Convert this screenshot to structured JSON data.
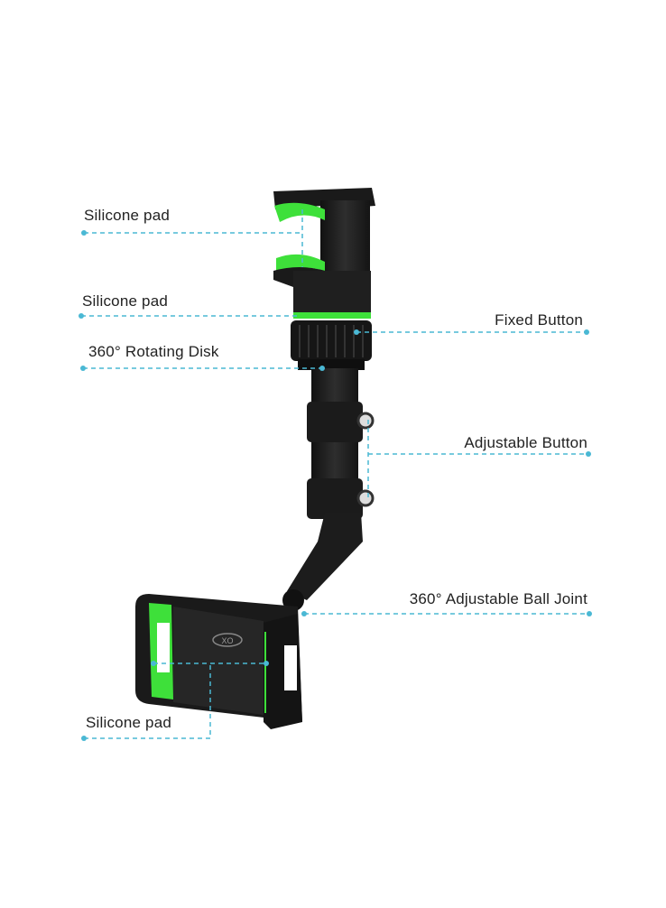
{
  "labels": {
    "top_silicone_pad": "Silicone pad",
    "collar_silicone_pad": "Silicone pad",
    "rotating_disk": "360° Rotating Disk",
    "fixed_button": "Fixed Button",
    "adjustable_button": "Adjustable Button",
    "ball_joint": "360° Adjustable Ball Joint",
    "bottom_silicone_pad": "Silicone pad"
  },
  "logo": "XO",
  "colors": {
    "leader_line": "#4ab8d4",
    "product_body": "#1c1c1c",
    "silicone_green": "#3ee03a",
    "text": "#222222"
  }
}
